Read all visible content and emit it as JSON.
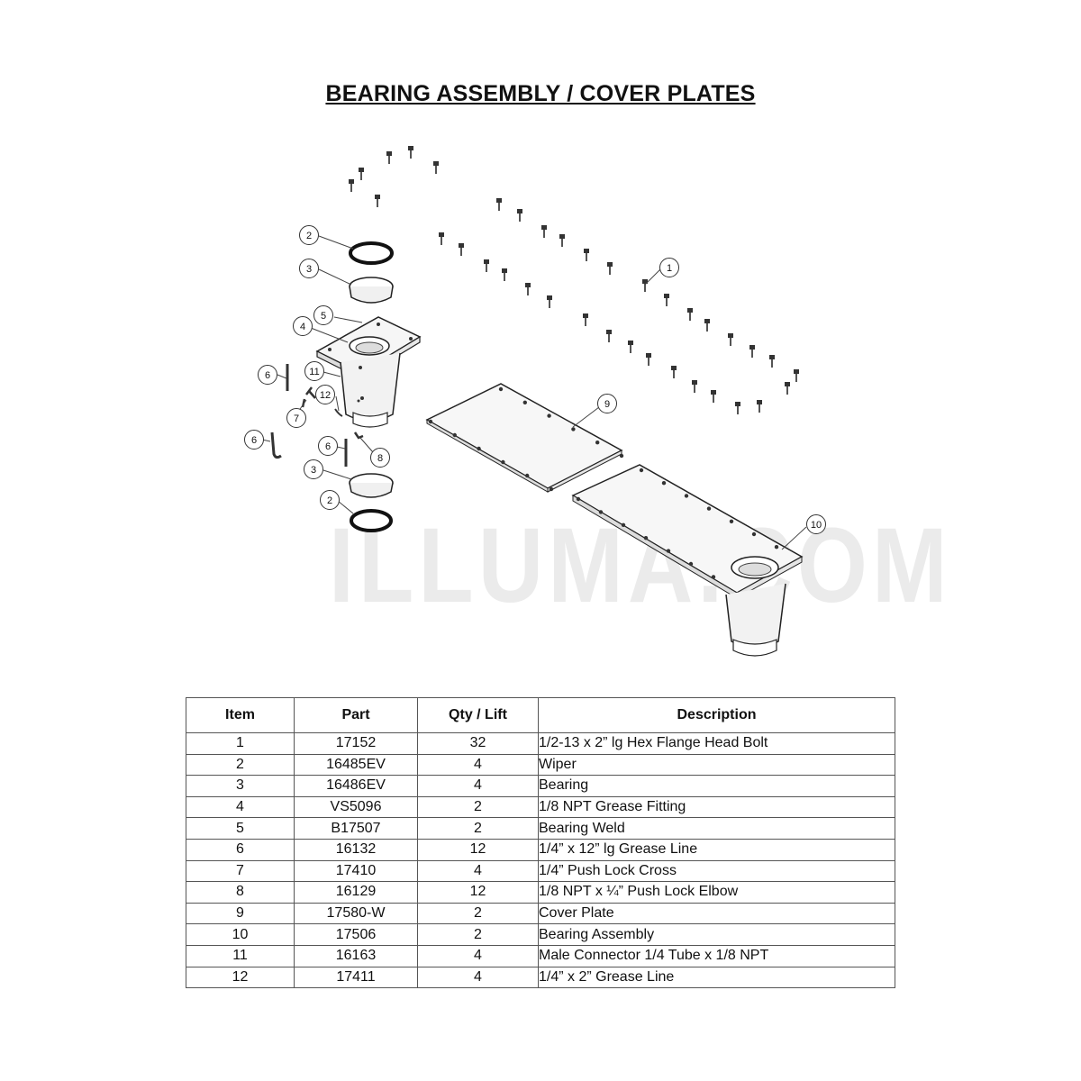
{
  "title": "BEARING ASSEMBLY / COVER PLATES",
  "watermark": "ILLUMA.COM",
  "callouts": [
    {
      "label": "1",
      "part": "Hex Flange Head Bolt"
    },
    {
      "label": "2",
      "part": "Wiper"
    },
    {
      "label": "3",
      "part": "Bearing"
    },
    {
      "label": "4",
      "part": "Grease Fitting"
    },
    {
      "label": "5",
      "part": "Bearing Weld"
    },
    {
      "label": "6",
      "part": "Grease Line"
    },
    {
      "label": "7",
      "part": "Push Lock Cross"
    },
    {
      "label": "8",
      "part": "Push Lock Elbow"
    },
    {
      "label": "9",
      "part": "Cover Plate"
    },
    {
      "label": "10",
      "part": "Bearing Assembly"
    },
    {
      "label": "11",
      "part": "Male Connector"
    },
    {
      "label": "12",
      "part": "Grease Line"
    }
  ],
  "table": {
    "headers": [
      "Item",
      "Part",
      "Qty / Lift",
      "Description"
    ],
    "rows": [
      [
        "1",
        "17152",
        "32",
        "1/2-13 x 2” lg Hex Flange Head Bolt"
      ],
      [
        "2",
        "16485EV",
        "4",
        "Wiper"
      ],
      [
        "3",
        "16486EV",
        "4",
        "Bearing"
      ],
      [
        "4",
        "VS5096",
        "2",
        "1/8 NPT Grease Fitting"
      ],
      [
        "5",
        "B17507",
        "2",
        "Bearing Weld"
      ],
      [
        "6",
        "16132",
        "12",
        "1/4” x 12” lg Grease Line"
      ],
      [
        "7",
        "17410",
        "4",
        "1/4” Push Lock Cross"
      ],
      [
        "8",
        "16129",
        "12",
        "1/8 NPT x ¼” Push Lock Elbow"
      ],
      [
        "9",
        "17580-W",
        "2",
        "Cover Plate"
      ],
      [
        "10",
        "17506",
        "2",
        "Bearing Assembly"
      ],
      [
        "11",
        "16163",
        "4",
        "Male Connector 1/4 Tube x 1/8 NPT"
      ],
      [
        "12",
        "17411",
        "4",
        "1/4” x 2” Grease Line"
      ]
    ]
  }
}
